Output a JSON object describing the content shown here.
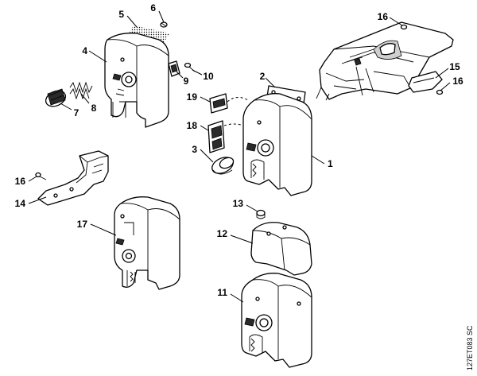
{
  "callouts": {
    "c1": "1",
    "c2": "2",
    "c3": "3",
    "c4": "4",
    "c5": "5",
    "c6": "6",
    "c7": "7",
    "c8": "8",
    "c9": "9",
    "c10": "10",
    "c11": "11",
    "c12": "12",
    "c13": "13",
    "c14": "14",
    "c15": "15",
    "c16a": "16",
    "c16b": "16",
    "c16c": "16",
    "c17": "17",
    "c18": "18",
    "c19": "19"
  },
  "drawing_code": "127ET083 SC"
}
